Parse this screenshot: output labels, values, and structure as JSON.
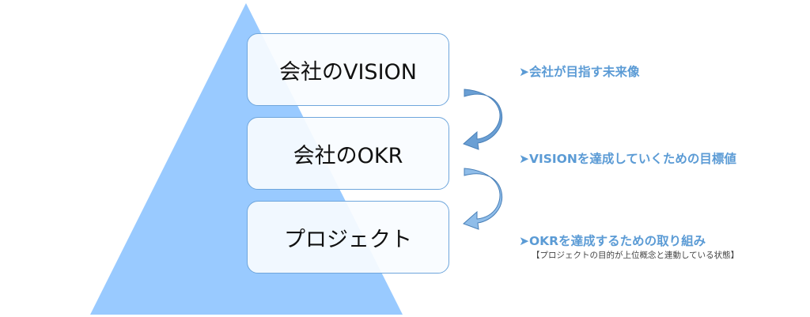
{
  "pyramid": {
    "levels": [
      {
        "label": "会社のVISION"
      },
      {
        "label": "会社のOKR"
      },
      {
        "label": "プロジェクト"
      }
    ]
  },
  "descriptions": [
    {
      "text": "➤会社が目指す未来像"
    },
    {
      "text": "➤VISIONを達成していくための目標値"
    },
    {
      "text": "➤OKRを達成するための取り組み",
      "note": "【プロジェクトの目的が上位概念と連動している状態】"
    }
  ],
  "colors": {
    "pyramid": "#99caff",
    "box_border": "#6fa6dc",
    "arrow": "#6a9fd4",
    "label": "#5b9bd5"
  }
}
